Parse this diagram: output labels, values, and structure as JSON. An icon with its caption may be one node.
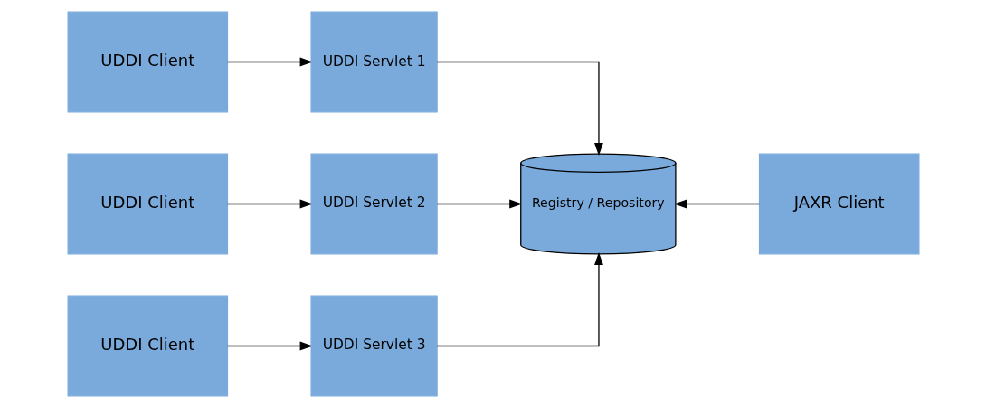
{
  "diagram": {
    "nodes": [
      {
        "text": [
          "UDDI Client"
        ]
      },
      {
        "text": [
          "UDDI Servlet 1"
        ]
      },
      {
        "text": [
          "JAXR Client"
        ]
      },
      {
        "text": [
          "UDDI Client"
        ]
      },
      {
        "text": [
          "UDDI Servlet 2"
        ]
      },
      {
        "text": [
          "Registry / Repository"
        ]
      },
      {
        "text": [
          "UDDI Client"
        ]
      },
      {
        "text": [
          "UDDI Servlet 3"
        ]
      }
    ],
    "edges": [
      {
        "from": 0,
        "to": 1,
        "arrow": "to"
      },
      {
        "from": 3,
        "to": 4,
        "arrow": "to"
      },
      {
        "from": 6,
        "to": 7,
        "arrow": "to"
      },
      {
        "from": 1,
        "to": 5,
        "arrow": "to"
      },
      {
        "from": 4,
        "to": 5,
        "arrow": "to"
      },
      {
        "from": 7,
        "to": 5,
        "arrow": "to"
      },
      {
        "from": 2,
        "to": 5,
        "arrow": "to"
      }
    ]
  }
}
